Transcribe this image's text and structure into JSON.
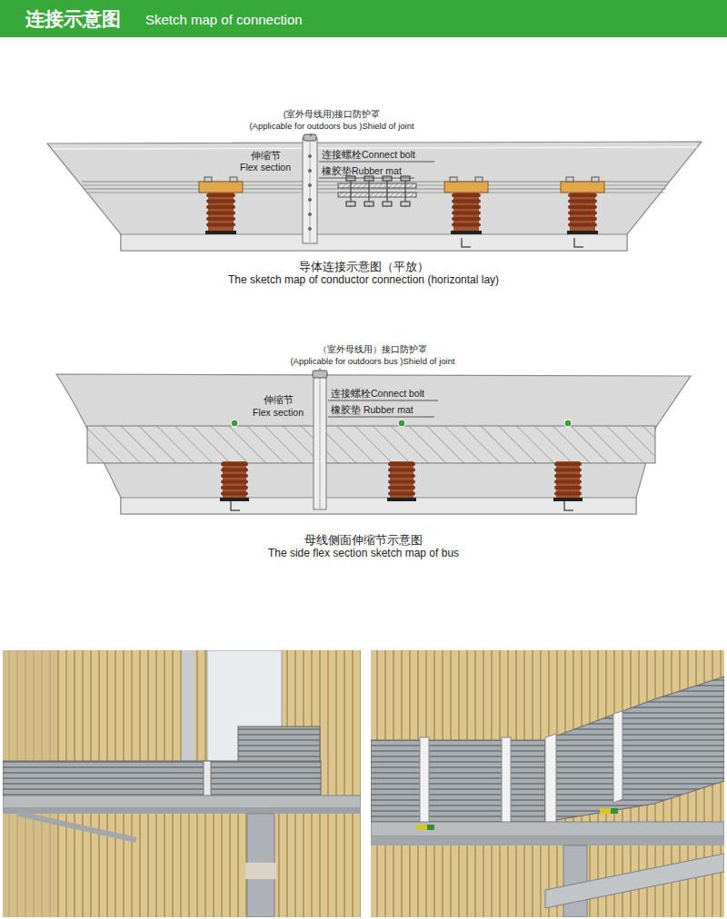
{
  "diagram": {
    "title": "连接示意图",
    "labels": [
      "Sketch map of connection",
      "(室外母线用)接口防护罩",
      "(Applicable for outdoors bus )Shield of joint",
      "伸缩节",
      "Flex section",
      "连接螺栓Connect bolt",
      "橡胶垫Rubber mat",
      "导体连接示意图（平放）",
      "The sketch map of conductor connection (horizontal lay)",
      "（室外母线用）接口防护罩",
      "(Applicable for outdoors bus )Shield of joint",
      "伸缩节",
      "Flex section",
      "连接螺栓Connect bolt",
      "橡胶垫 Rubber mat",
      "母线侧面伸缩节示意图",
      "The side flex section sketch map of bus"
    ]
  }
}
